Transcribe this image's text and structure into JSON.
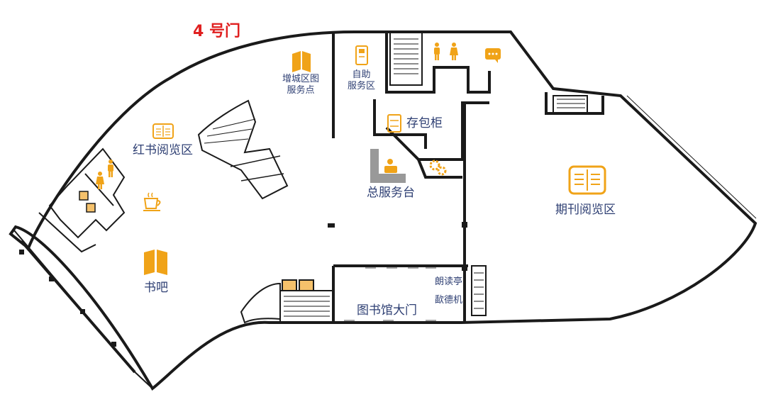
{
  "map": {
    "gate_label": "4 号门",
    "accent_color": "#f0a318",
    "wall_color": "#1a1a1a",
    "text_color": "#2e3f73",
    "gate_color": "#e02020",
    "areas": {
      "branch_service": [
        "增城区图",
        "服务点"
      ],
      "self_service": [
        "自助",
        "服务区"
      ],
      "red_book_reading": "红书阅览区",
      "lockers": "存包柜",
      "main_desk": "总服务台",
      "periodical_reading": "期刊阅览区",
      "book_bar": "书吧",
      "reading_booth": "朗读亭",
      "sound_machine": "歃德机",
      "main_entrance": "图书馆大门"
    },
    "icons": [
      "book-icon",
      "kiosk-icon",
      "toilet-male-icon",
      "toilet-female-icon",
      "chat-icon",
      "locker-icon",
      "desk-icon",
      "gear-icon",
      "coffee-icon",
      "elevator-icon",
      "stairs-icon"
    ]
  }
}
